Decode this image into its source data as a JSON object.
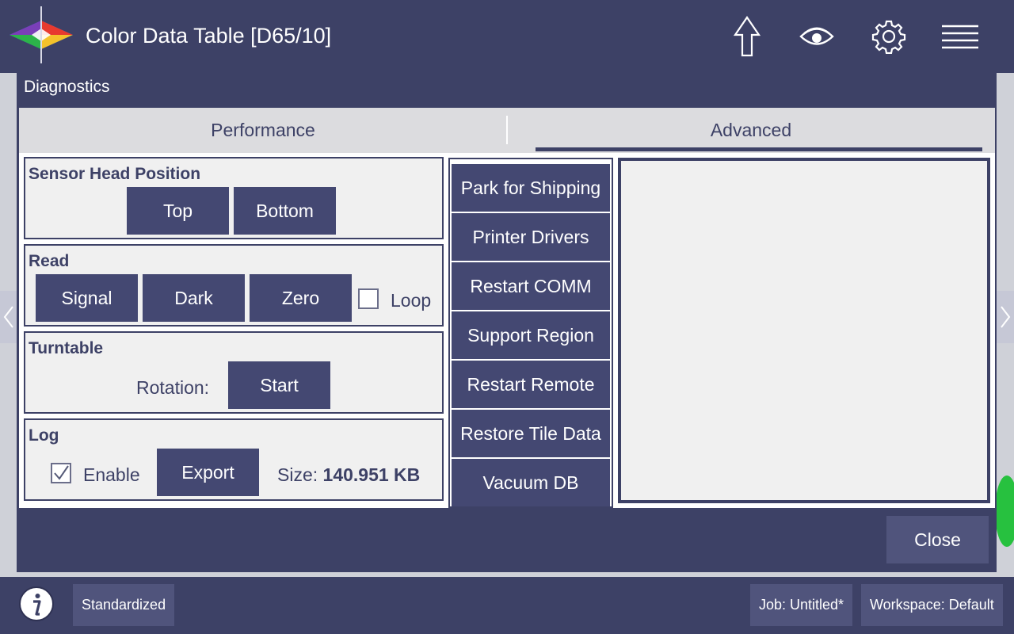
{
  "header": {
    "title": "Color Data Table [D65/10]",
    "icons": [
      "upload-arrow-icon",
      "eye-icon",
      "gear-icon",
      "hamburger-menu-icon"
    ]
  },
  "dialog": {
    "title": "Diagnostics",
    "tabs": [
      {
        "label": "Performance",
        "selected": false
      },
      {
        "label": "Advanced",
        "selected": true
      }
    ],
    "sensor_head": {
      "title": "Sensor Head Position",
      "top_label": "Top",
      "bottom_label": "Bottom"
    },
    "read": {
      "title": "Read",
      "signal_label": "Signal",
      "dark_label": "Dark",
      "zero_label": "Zero",
      "loop_label": "Loop",
      "loop_checked": false
    },
    "turntable": {
      "title": "Turntable",
      "rotation_label": "Rotation:",
      "start_label": "Start"
    },
    "log": {
      "title": "Log",
      "enable_label": "Enable",
      "enable_checked": true,
      "export_label": "Export",
      "size_label": "Size:",
      "size_value": "140.951 KB"
    },
    "actions": [
      "Park for Shipping",
      "Printer Drivers",
      "Restart COMM",
      "Support Region",
      "Restart Remote",
      "Restore Tile Data",
      "Vacuum DB"
    ],
    "close_label": "Close"
  },
  "statusbar": {
    "mode": "Standardized",
    "job": "Job: Untitled*",
    "workspace": "Workspace: Default"
  },
  "colors": {
    "navy": "#3d4166",
    "button": "#444872",
    "panel": "#f0f0f0",
    "tab_bar": "#dcdcdf"
  }
}
